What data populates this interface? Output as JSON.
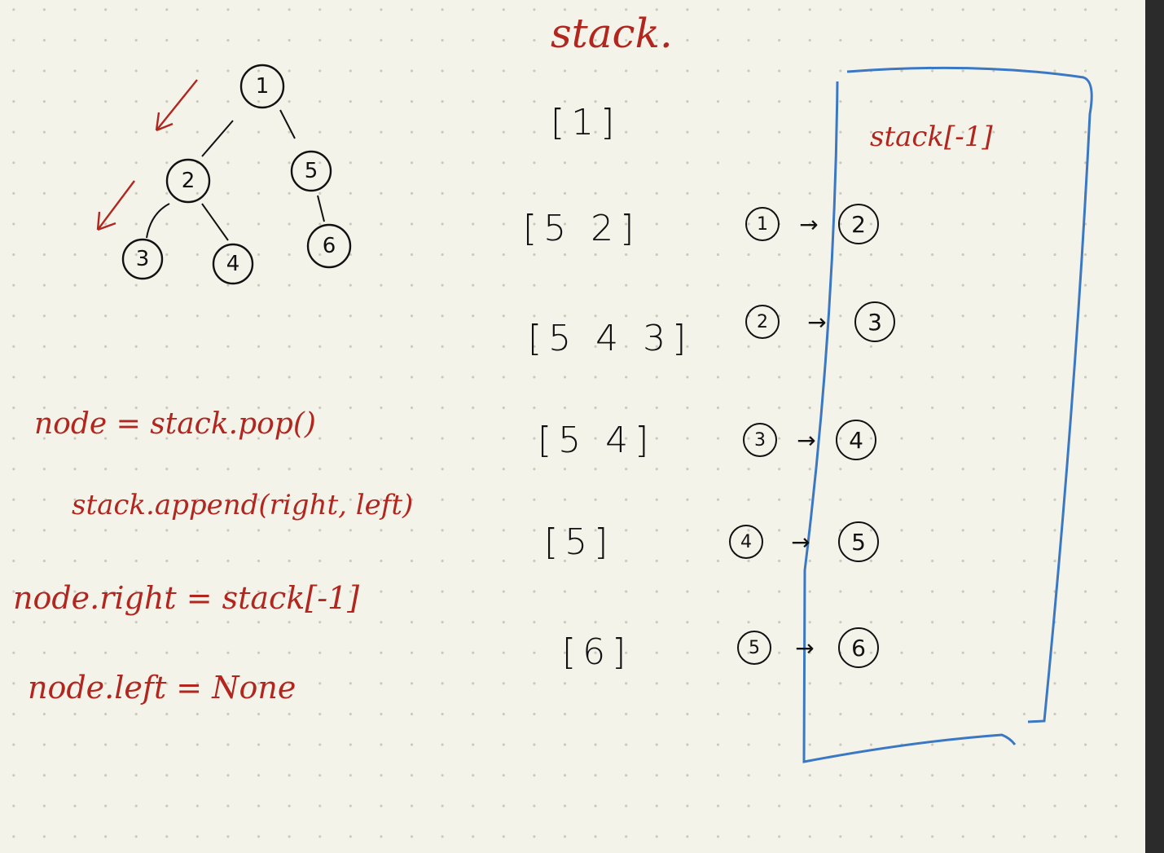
{
  "title": "stack.",
  "tree": {
    "nodes": [
      {
        "id": "1",
        "label": "1"
      },
      {
        "id": "2",
        "label": "2"
      },
      {
        "id": "5",
        "label": "5"
      },
      {
        "id": "3",
        "label": "3"
      },
      {
        "id": "4",
        "label": "4"
      },
      {
        "id": "6",
        "label": "6"
      }
    ],
    "edges": [
      [
        "1",
        "2"
      ],
      [
        "1",
        "5"
      ],
      [
        "2",
        "3"
      ],
      [
        "2",
        "4"
      ],
      [
        "5",
        "6"
      ]
    ]
  },
  "stack_states": [
    "[1]",
    "[5 2]",
    "[5 4 3]",
    "[5 4]",
    "[5]",
    "[6]"
  ],
  "transitions": [
    {
      "from": "1",
      "to": "2"
    },
    {
      "from": "2",
      "to": "3"
    },
    {
      "from": "3",
      "to": "4"
    },
    {
      "from": "4",
      "to": "5"
    },
    {
      "from": "5",
      "to": "6"
    }
  ],
  "box_label": "stack[-1]",
  "code": {
    "line1": "node = stack.pop()",
    "line2": "stack.append(right, left)",
    "line3": "node.right = stack[-1]",
    "line4": "node.left = None"
  },
  "colors": {
    "ink_red": "#b1261f",
    "ink_blue": "#3b78c4",
    "ink_black": "#111111",
    "paper": "#f4f3ea"
  }
}
